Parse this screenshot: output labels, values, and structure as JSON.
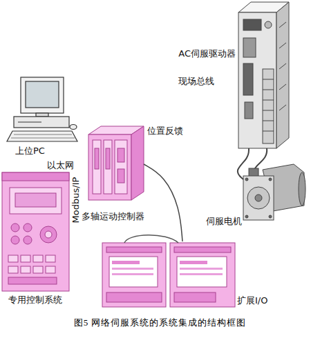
{
  "diagram": {
    "caption": "图5 网络伺服系统的系统集成的结构框图",
    "nodes": [
      {
        "text": [
          "AC伺服驱动器"
        ]
      },
      {
        "text": [
          "上位PC"
        ]
      },
      {
        "text": [
          "多轴运动控制器"
        ]
      },
      {
        "text": [
          "专用控制系统"
        ]
      },
      {
        "text": [
          "伺服电机"
        ]
      },
      {
        "text": [
          "扩展I/O"
        ]
      }
    ],
    "edges": [
      {
        "from": 2,
        "to": 5,
        "arrow": "none"
      },
      {
        "from": 0,
        "to": 4,
        "arrow": "none"
      }
    ],
    "labels": [
      "现场总线",
      "以太网",
      "Modbus/IP",
      "位置反馈"
    ]
  }
}
